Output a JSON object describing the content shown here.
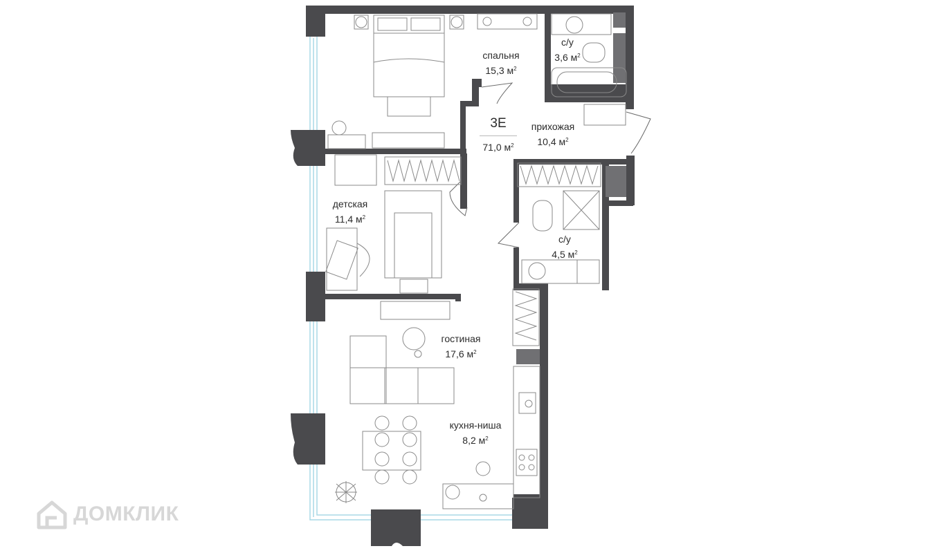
{
  "apartment": {
    "type": "3E",
    "total_area": "71,0 м",
    "area_sup": "2"
  },
  "rooms": {
    "bedroom": {
      "name": "спальня",
      "area": "15,3 м",
      "sup": "2"
    },
    "bath1": {
      "name": "с/у",
      "area": "3,6 м",
      "sup": "2"
    },
    "hall": {
      "name": "прихожая",
      "area": "10,4 м",
      "sup": "2"
    },
    "kids": {
      "name": "детская",
      "area": "11,4 м",
      "sup": "2"
    },
    "bath2": {
      "name": "с/у",
      "area": "4,5 м",
      "sup": "2"
    },
    "living": {
      "name": "гостиная",
      "area": "17,6 м",
      "sup": "2"
    },
    "kitchen": {
      "name": "кухня-ниша",
      "area": "8,2 м",
      "sup": "2"
    }
  },
  "watermark": {
    "text": "ДОМКЛИК",
    "icon": "house-logo-icon"
  },
  "colors": {
    "wall": "#4a4a4d",
    "column": "#5f5f62",
    "window": "#a8d9e6",
    "furniture": "#8a8a8a",
    "watermark": "#d7d7d7"
  }
}
